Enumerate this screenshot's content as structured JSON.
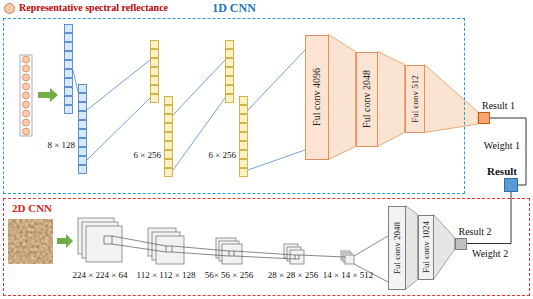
{
  "diagram": {
    "nodes": [
      {
        "text": [
          "1D CNN"
        ]
      },
      {
        "text": [
          "Ful conv 4096"
        ],
        "in": 0
      },
      {
        "text": [
          "Ful conv 2048"
        ],
        "in": 0
      },
      {
        "text": [
          "Ful conv 512"
        ],
        "in": 0
      },
      {
        "text": [
          "Result 1"
        ]
      },
      {
        "text": [
          "2D CNN"
        ]
      },
      {
        "text": [
          "Ful conv 2048"
        ],
        "in": 5
      },
      {
        "text": [
          "Ful conv 1024"
        ],
        "in": 5
      },
      {
        "text": [
          "Result 2"
        ],
        "in": 5
      },
      {
        "text": [
          "Result"
        ]
      }
    ],
    "edges": [
      {
        "from": 1,
        "to": 2,
        "arrow": "none"
      },
      {
        "from": 2,
        "to": 3,
        "arrow": "none"
      },
      {
        "from": 3,
        "to": 4,
        "arrow": "none"
      },
      {
        "from": 4,
        "to": 9,
        "label": "Weight 1",
        "arrow": "none"
      },
      {
        "from": 6,
        "to": 7,
        "arrow": "none"
      },
      {
        "from": 7,
        "to": 8,
        "arrow": "none"
      },
      {
        "from": 8,
        "to": 9,
        "label": "Weight 2",
        "arrow": "none"
      }
    ],
    "labels": [
      "8 × 128",
      "6 × 256",
      "6 × 256",
      "224 × 224 × 64",
      "112 × 112 × 128",
      "56× 56 × 256",
      "28 × 28 × 256",
      "14 × 14 × 512"
    ],
    "legend": [
      {
        "text": "Representative spectral reflectance",
        "color": "#f8cbad"
      }
    ]
  }
}
